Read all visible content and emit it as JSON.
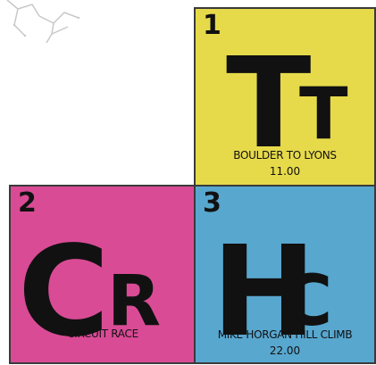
{
  "colors": {
    "yellow": "#e6da4b",
    "pink": "#d94b95",
    "blue": "#58a7cf",
    "text": "#111111"
  },
  "tiles": [
    {
      "number": "1",
      "symbol_big": "T",
      "symbol_small": "T",
      "name": "BOULDER TO LYONS",
      "value": "11.00"
    },
    {
      "number": "2",
      "symbol_big": "C",
      "symbol_small": "R",
      "name": "CIRCUIT RACE",
      "value": ""
    },
    {
      "number": "3",
      "symbol_big": "H",
      "symbol_small": "C",
      "name": "MIKE HORGAN HILL CLIMB",
      "value": "22.00"
    }
  ]
}
